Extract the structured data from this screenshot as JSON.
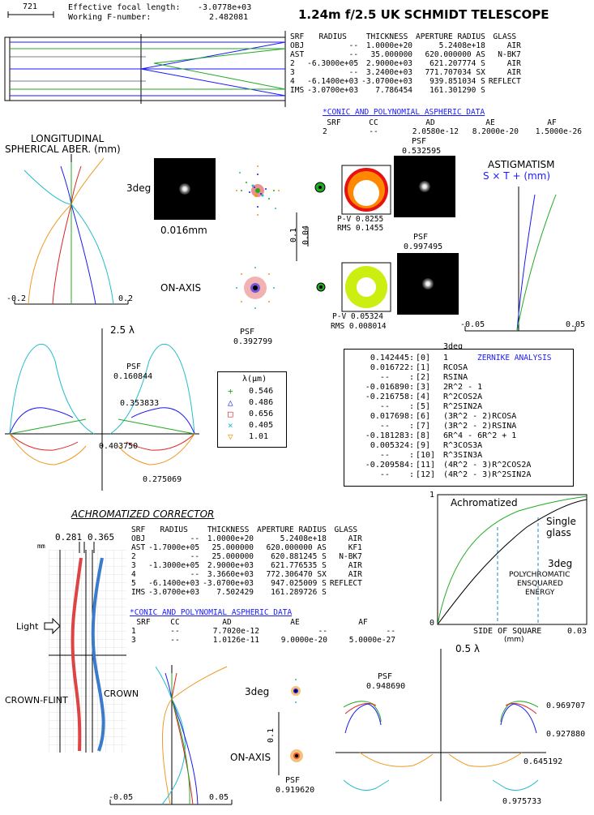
{
  "header": {
    "scale_label": "721",
    "efl_label": "Effective focal length:",
    "efl_value": "-3.0778e+03",
    "fnum_label": "Working F-number:",
    "fnum_value": "2.482081",
    "title": "1.24m f/2.5 UK SCHMIDT TELESCOPE"
  },
  "lens_table_1": {
    "headers": [
      "SRF",
      "RADIUS",
      "THICKNESS",
      "APERTURE RADIUS",
      "GLASS"
    ],
    "rows": [
      [
        "OBJ",
        "--",
        "1.0000e+20",
        "5.2408e+18",
        "AIR"
      ],
      [
        "AST",
        "--",
        "35.000000",
        "620.000000 AS",
        "N-BK7"
      ],
      [
        "2",
        "-6.3000e+05",
        "2.9000e+03",
        "621.207774 S",
        "AIR"
      ],
      [
        "3",
        "--",
        "3.2400e+03",
        "771.707034 SX",
        "AIR"
      ],
      [
        "4",
        "-6.1400e+03",
        "-3.0700e+03",
        "939.851034 S",
        "REFLECT"
      ],
      [
        "IMS",
        "-3.0700e+03",
        "7.786454",
        "161.301290 S",
        ""
      ]
    ]
  },
  "asph_1": {
    "title": "*CONIC AND POLYNOMIAL ASPHERIC DATA",
    "headers": [
      "SRF",
      "CC",
      "AD",
      "AE",
      "AF"
    ],
    "rows": [
      [
        "2",
        "--",
        "2.0580e-12",
        "8.2000e-20",
        "1.5000e-26"
      ]
    ]
  },
  "long_sph": {
    "title1": "LONGITUDINAL",
    "title2": "SPHERICAL ABER. (mm)",
    "xmin": "-0.2",
    "xmax": "0.2"
  },
  "spots_1": {
    "field_3deg": "3deg",
    "field_onaxis": "ON-AXIS",
    "scale_label": "0.016mm",
    "scale_a": "0.1",
    "scale_b": "0.04",
    "psf_top_label": "PSF",
    "psf_top_value": "0.532595",
    "psf_mid_label": "PSF",
    "psf_mid_value": "0.997495",
    "psf_bottom_label": "PSF",
    "psf_bottom_value": "0.392799",
    "pv_top": "P-V 0.8255",
    "rms_top": "RMS 0.1455",
    "pv_bottom": "P-V 0.05324",
    "rms_bottom": "RMS 0.008014"
  },
  "astig": {
    "title": "ASTIGMATISM",
    "legend": "S × T + (mm)",
    "xmin": "-0.05",
    "xmax": "0.05"
  },
  "ray_fan_1": {
    "scale": "2.5 λ",
    "psf_label": "PSF",
    "psf_value": "0.160844",
    "v1": "0.353833",
    "v2": "0.403750",
    "v3": "0.275069"
  },
  "wavelengths": {
    "title": "λ(μm)",
    "items": [
      {
        "value": "0.546",
        "symbol": "+",
        "color": "#22aa22"
      },
      {
        "value": "0.486",
        "symbol": "△",
        "color": "#1a1aee"
      },
      {
        "value": "0.656",
        "symbol": "□",
        "color": "#dd2222"
      },
      {
        "value": "0.405",
        "symbol": "×",
        "color": "#22bbcc"
      },
      {
        "value": "1.01",
        "symbol": "▽",
        "color": "#ee9922"
      }
    ]
  },
  "zernike": {
    "field": "3deg",
    "title": "ZERNIKE ANALYSIS",
    "rows": [
      [
        "0.142445:",
        "[0]",
        "1"
      ],
      [
        "0.016722:",
        "[1]",
        "RCOSA"
      ],
      [
        "--    :",
        "[2]",
        "RSINA"
      ],
      [
        "-0.016890:",
        "[3]",
        "2R^2 - 1"
      ],
      [
        "-0.216758:",
        "[4]",
        "R^2COS2A"
      ],
      [
        "--    :",
        "[5]",
        "R^2SIN2A"
      ],
      [
        "0.017698:",
        "[6]",
        "(3R^2 - 2)RCOSA"
      ],
      [
        "--    :",
        "[7]",
        "(3R^2 - 2)RSINA"
      ],
      [
        "-0.181283:",
        "[8]",
        "6R^4 - 6R^2 + 1"
      ],
      [
        "0.005324:",
        "[9]",
        "R^3COS3A"
      ],
      [
        "--    :",
        "[10]",
        "R^3SIN3A"
      ],
      [
        "-0.209584:",
        "[11]",
        "(4R^2 - 3)R^2COS2A"
      ],
      [
        "--    :",
        "[12]",
        "(4R^2 - 3)R^2SIN2A"
      ]
    ]
  },
  "corrector": {
    "title": "ACHROMATIZED CORRECTOR",
    "headers": [
      "SRF",
      "RADIUS",
      "THICKNESS",
      "APERTURE RADIUS",
      "GLASS"
    ],
    "rows": [
      [
        "OBJ",
        "--",
        "1.0000e+20",
        "5.2408e+18",
        "AIR"
      ],
      [
        "AST",
        "-1.7000e+05",
        "25.000000",
        "620.000000 AS",
        "KF1"
      ],
      [
        "2",
        "--",
        "25.000000",
        "620.881245 S",
        "N-BK7"
      ],
      [
        "3",
        "-1.3000e+05",
        "2.9000e+03",
        "621.776535 S",
        "AIR"
      ],
      [
        "4",
        "--",
        "3.3660e+03",
        "772.306470 SX",
        "AIR"
      ],
      [
        "5",
        "-6.1400e+03",
        "-3.0700e+03",
        "947.025009 S",
        "REFLECT"
      ],
      [
        "IMS",
        "-3.0700e+03",
        "7.502429",
        "161.289726 S",
        ""
      ]
    ]
  },
  "asph_2": {
    "title": "*CONIC AND POLYNOMIAL ASPHERIC DATA",
    "headers": [
      "SRF",
      "CC",
      "AD",
      "AE",
      "AF"
    ],
    "rows": [
      [
        "1",
        "--",
        "7.7020e-12",
        "--",
        "--"
      ],
      [
        "3",
        "--",
        "1.0126e-11",
        "9.0000e-20",
        "5.0000e-27"
      ]
    ]
  },
  "ee_chart": {
    "achromatized": "Achromatized",
    "single1": "Single",
    "single2": "glass",
    "field": "3deg",
    "desc1": "POLYCHROMATIC",
    "desc2": "ENSQUARED",
    "desc3": "ENERGY",
    "ymax": "1",
    "ymin": "0",
    "xmax": "0.03",
    "xlabel": "SIDE OF SQUARE",
    "xunit": "(mm)"
  },
  "corrector_drawing": {
    "d1": "0.281",
    "d2": "0.365",
    "mm": "mm",
    "light": "Light",
    "crown_flint": "CROWN-FLINT",
    "crown": "CROWN"
  },
  "long_sph_2": {
    "xmin": "-0.05",
    "xmax": "0.05"
  },
  "spots_2": {
    "field_3deg": "3deg",
    "field_onaxis": "ON-AXIS",
    "scale": "0.1",
    "psf_label": "PSF",
    "psf_value": "0.919620"
  },
  "ray_fan_2": {
    "scale": "0.5 λ",
    "psf_label": "PSF",
    "psf_value": "0.948690",
    "v1": "0.969707",
    "v2": "0.927880",
    "v3": "0.645192",
    "v4": "0.975733"
  }
}
